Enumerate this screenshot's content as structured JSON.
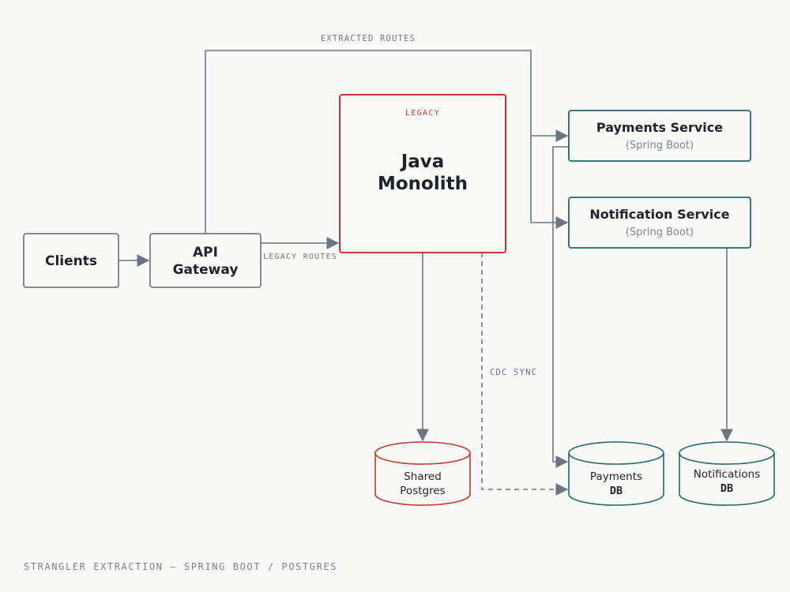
{
  "colors": {
    "background": "#f9f9f7",
    "edge": "#6b7682",
    "neutral_border": "#5f6770",
    "legacy": "#c0392b",
    "service": "#1f6b63",
    "text": "#1f2329",
    "muted": "#7a838c"
  },
  "nodes": {
    "clients": {
      "label": "Clients"
    },
    "gateway": {
      "line1": "API",
      "line2": "Gateway"
    },
    "monolith": {
      "tag": "LEGACY",
      "line1": "Java",
      "line2": "Monolith"
    },
    "payments_service": {
      "title": "Payments Service",
      "subtitle": "(Spring Boot)"
    },
    "notification_service": {
      "title": "Notification Service",
      "subtitle": "(Spring Boot)"
    },
    "shared_db": {
      "line1": "Shared",
      "line2": "Postgres"
    },
    "payments_db": {
      "line1": "Payments",
      "line2": "DB"
    },
    "notifications_db": {
      "line1": "Notifications",
      "line2": "DB"
    }
  },
  "edges": {
    "extracted_routes": "EXTRACTED ROUTES",
    "legacy_routes": "LEGACY ROUTES",
    "cdc_sync": "CDC SYNC"
  },
  "footer": "STRANGLER EXTRACTION — SPRING BOOT / POSTGRES"
}
